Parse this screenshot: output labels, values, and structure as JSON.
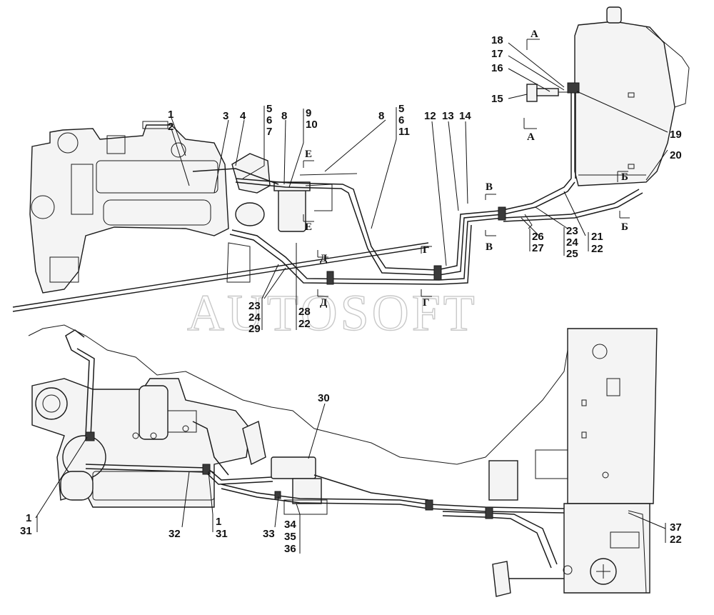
{
  "watermark": "AUTOSOFT",
  "section_marks": [
    "А",
    "Б",
    "В",
    "Г",
    "Д",
    "Е"
  ],
  "callouts": {
    "c1": "1",
    "c2": "2",
    "c3": "3",
    "c4": "4",
    "c5a": "5",
    "c6a": "6",
    "c7": "7",
    "c8a": "8",
    "c9": "9",
    "c10": "10",
    "c8b": "8",
    "c5b": "5",
    "c6b": "6",
    "c11": "11",
    "c12": "12",
    "c13": "13",
    "c14": "14",
    "c15": "15",
    "c16": "16",
    "c17": "17",
    "c18": "18",
    "c19": "19",
    "c20": "20",
    "c21": "21",
    "c22a": "22",
    "c23a": "23",
    "c24a": "24",
    "c25": "25",
    "c26": "26",
    "c27": "27",
    "c23b": "23",
    "c24b": "24",
    "c29": "29",
    "c28": "28",
    "c22b": "22",
    "c30": "30",
    "c1b": "1",
    "c31a": "31",
    "c32": "32",
    "c1c": "1",
    "c31b": "31",
    "c33": "33",
    "c34": "34",
    "c35": "35",
    "c36": "36",
    "c37": "37",
    "c22c": "22"
  }
}
